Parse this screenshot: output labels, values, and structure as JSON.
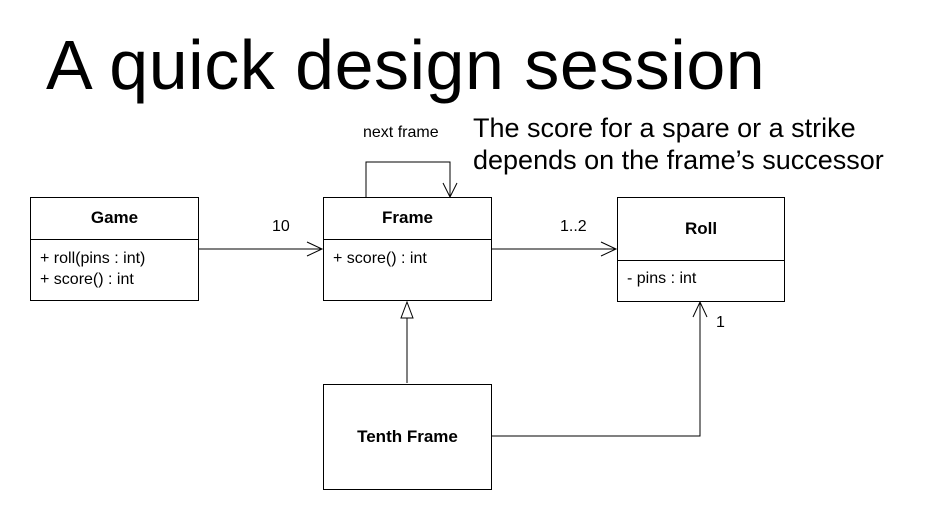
{
  "slide": {
    "title": "A quick design session",
    "note": [
      "The score for a spare or a strike",
      "depends on the frame’s successor"
    ]
  },
  "classes": {
    "game": {
      "name": "Game",
      "ops": [
        "+ roll(pins : int)",
        "+ score() : int"
      ]
    },
    "frame": {
      "name": "Frame",
      "ops": [
        "+ score() : int"
      ]
    },
    "roll": {
      "name": "Roll",
      "attrs": [
        "- pins : int"
      ]
    },
    "tenth": {
      "name": "Tenth Frame"
    }
  },
  "labels": {
    "self_assoc": "next frame",
    "game_frame_mult": "10",
    "frame_roll_mult": "1..2",
    "tenth_roll_mult": "1"
  }
}
